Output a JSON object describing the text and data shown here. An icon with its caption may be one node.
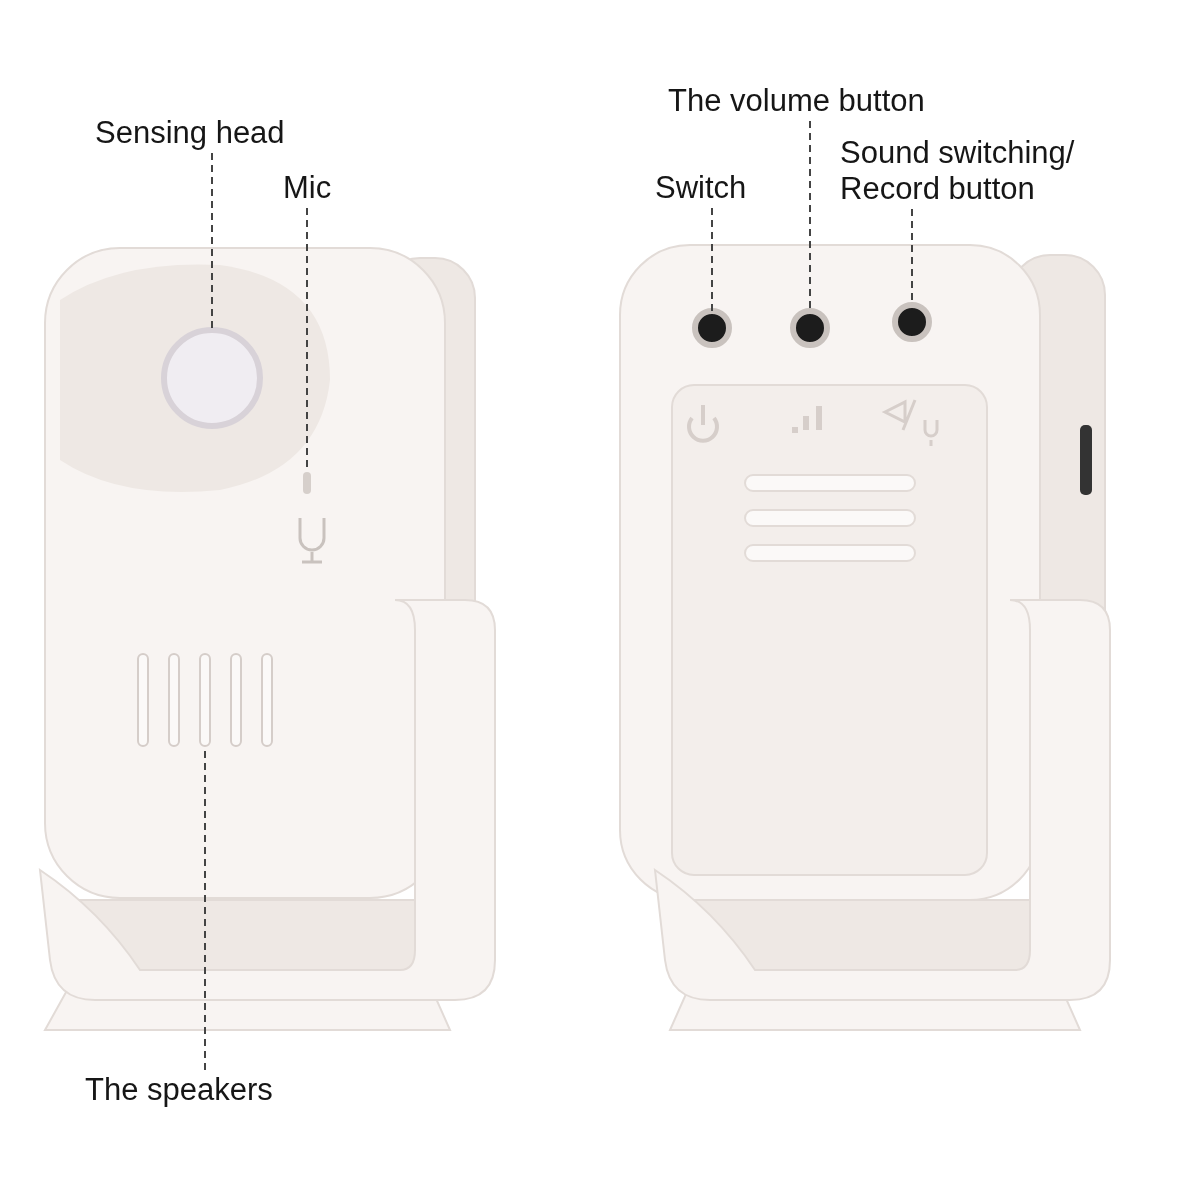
{
  "diagram": {
    "nodes": [
      {
        "text": [
          "Sensing head"
        ]
      },
      {
        "text": [
          "Mic"
        ]
      },
      {
        "text": [
          "The speakers"
        ]
      },
      {
        "text": [
          "Switch"
        ]
      },
      {
        "text": [
          "The volume button"
        ]
      },
      {
        "text": [
          "Sound switching/ Record button"
        ]
      },
      {
        "text": [],
        "shape": "circle"
      },
      {
        "text": [],
        "shape": "bar"
      },
      {
        "text": [],
        "shape": "box"
      },
      {
        "text": [],
        "shape": "circle"
      },
      {
        "text": [],
        "shape": "circle"
      },
      {
        "text": [],
        "shape": "circle"
      }
    ],
    "edges": [
      {
        "from": 0,
        "to": 6,
        "arrow": "none",
        "style": "dashed"
      },
      {
        "from": 1,
        "to": 7,
        "arrow": "none",
        "style": "dashed"
      },
      {
        "from": 2,
        "to": 8,
        "arrow": "none",
        "style": "dashed"
      },
      {
        "from": 3,
        "to": 9,
        "arrow": "none",
        "style": "dashed"
      },
      {
        "from": 4,
        "to": 10,
        "arrow": "none",
        "style": "dashed"
      },
      {
        "from": 5,
        "to": 11,
        "arrow": "none",
        "style": "dashed"
      }
    ]
  }
}
